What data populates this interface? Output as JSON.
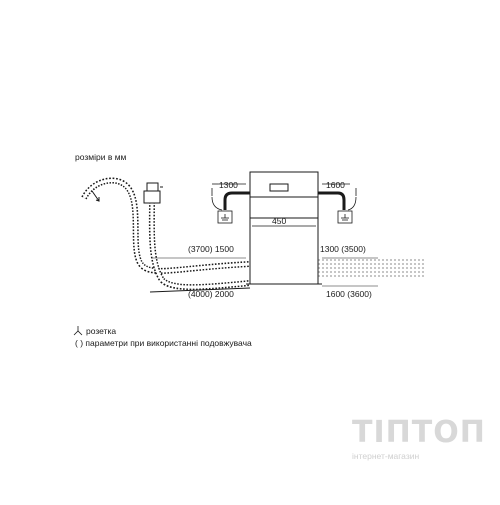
{
  "diagram": {
    "units_note": "розміри в мм",
    "dims": {
      "top_left": "1300",
      "top_right": "1600",
      "width": "450",
      "hose_left": "(3700) 1500",
      "hose_right": "1300 (3500)",
      "power_left": "(4000) 2000",
      "power_right": "1600 (3600)"
    },
    "legend": {
      "socket": "розетка",
      "extension": "( ) параметри при використанні подовжувача"
    }
  },
  "watermark": {
    "brand": "ТІПТОП",
    "subtitle": "інтернет-магазин"
  },
  "colors": {
    "line": "#1a1a1a",
    "watermark": "#d8d8d8"
  }
}
